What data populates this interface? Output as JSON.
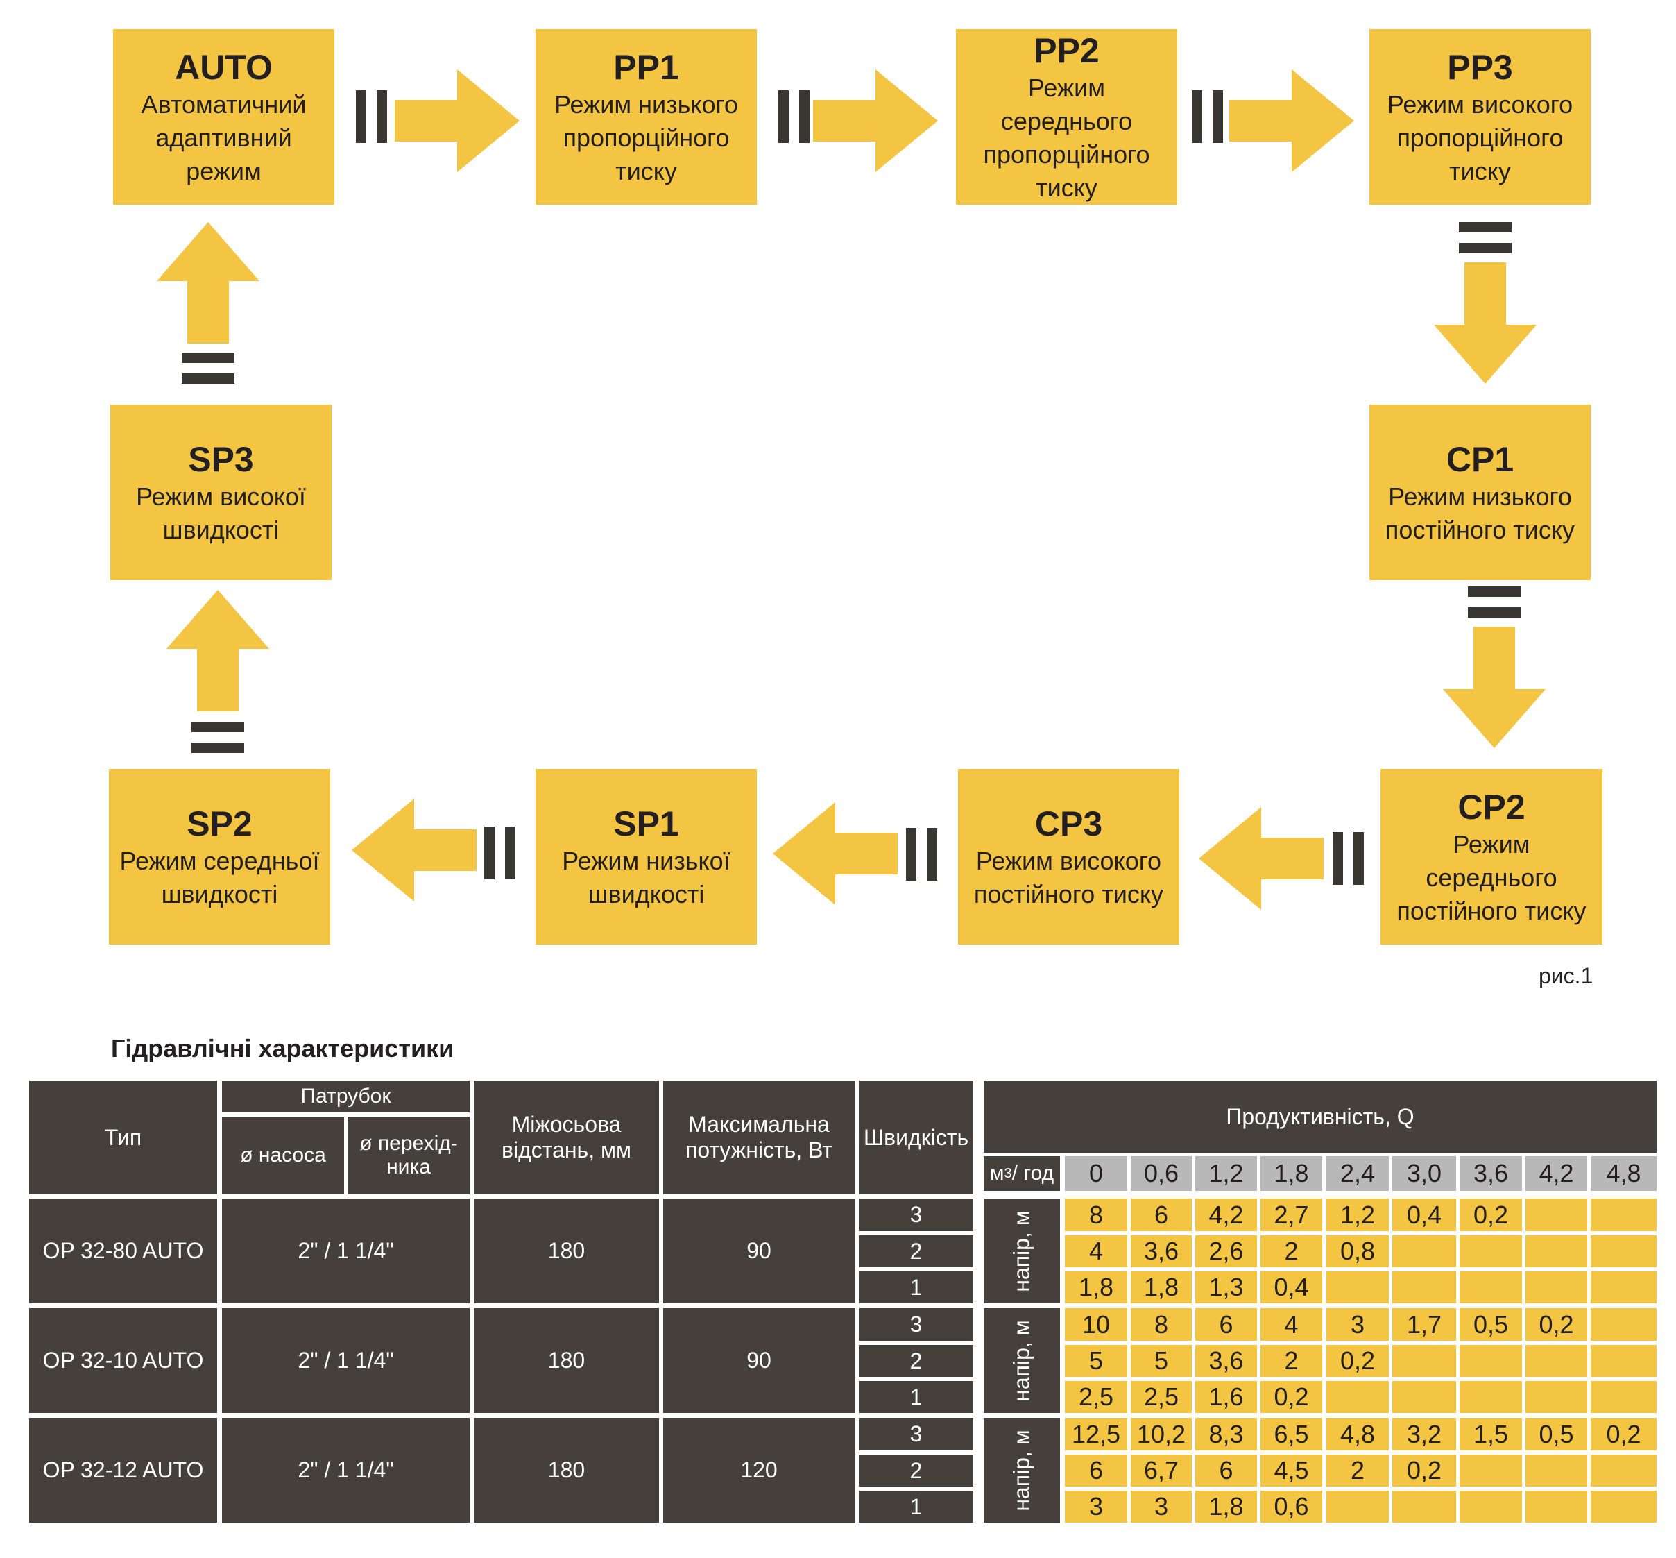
{
  "modes": [
    {
      "code": "AUTO",
      "desc": "Автоматичний\nадаптивний режим"
    },
    {
      "code": "PP1",
      "desc": "Режим низького\nпропорційного\nтиску"
    },
    {
      "code": "PP2",
      "desc": "Режим середнього\nпропорційного\nтиску"
    },
    {
      "code": "PP3",
      "desc": "Режим високого\nпропорційного\nтиску"
    },
    {
      "code": "CP1",
      "desc": "Режим низького\nпостійного тиску"
    },
    {
      "code": "CP2",
      "desc": "Режим середнього\nпостійного тиску"
    },
    {
      "code": "CP3",
      "desc": "Режим високого\nпостійного тиску"
    },
    {
      "code": "SP1",
      "desc": "Режим низької\nшвидкості"
    },
    {
      "code": "SP2",
      "desc": "Режим середньої\nшвидкості"
    },
    {
      "code": "SP3",
      "desc": "Режим високої\nшвидкості"
    }
  ],
  "figure_caption": "рис.1",
  "section_title": "Гідравлічні характеристики",
  "table": {
    "headers": {
      "type": "Тип",
      "nozzle": "Патрубок",
      "pump_diameter": "ø насоса",
      "adapter_diameter": "ø перехід-\nника",
      "axis_distance": "Міжосьова\nвідстань, мм",
      "max_power": "Максимальна\nпотужність, Вт",
      "speed": "Швидкість",
      "productivity": "Продуктивність, Q",
      "flow_unit": "м",
      "flow_unit_sup": "3",
      "flow_unit_rest": "/ год",
      "head_label": "напір, м"
    },
    "flow_values": [
      "0",
      "0,6",
      "1,2",
      "1,8",
      "2,4",
      "3,0",
      "3,6",
      "4,2",
      "4,8"
    ],
    "models": [
      {
        "type": "OP 32-80 AUTO",
        "connection": "2\" / 1 1/4\"",
        "axis_distance": "180",
        "max_power": "90",
        "speeds": [
          {
            "speed": "3",
            "head": [
              "8",
              "6",
              "4,2",
              "2,7",
              "1,2",
              "0,4",
              "0,2",
              "",
              ""
            ]
          },
          {
            "speed": "2",
            "head": [
              "4",
              "3,6",
              "2,6",
              "2",
              "0,8",
              "",
              "",
              "",
              ""
            ]
          },
          {
            "speed": "1",
            "head": [
              "1,8",
              "1,8",
              "1,3",
              "0,4",
              "",
              "",
              "",
              "",
              ""
            ]
          }
        ]
      },
      {
        "type": "OP 32-10 AUTO",
        "connection": "2\" / 1 1/4\"",
        "axis_distance": "180",
        "max_power": "90",
        "speeds": [
          {
            "speed": "3",
            "head": [
              "10",
              "8",
              "6",
              "4",
              "3",
              "1,7",
              "0,5",
              "0,2",
              ""
            ]
          },
          {
            "speed": "2",
            "head": [
              "5",
              "5",
              "3,6",
              "2",
              "0,2",
              "",
              "",
              "",
              ""
            ]
          },
          {
            "speed": "1",
            "head": [
              "2,5",
              "2,5",
              "1,6",
              "0,2",
              "",
              "",
              "",
              "",
              ""
            ]
          }
        ]
      },
      {
        "type": "OP 32-12 AUTO",
        "connection": "2\" / 1 1/4\"",
        "axis_distance": "180",
        "max_power": "120",
        "speeds": [
          {
            "speed": "3",
            "head": [
              "12,5",
              "10,2",
              "8,3",
              "6,5",
              "4,8",
              "3,2",
              "1,5",
              "0,5",
              "0,2"
            ]
          },
          {
            "speed": "2",
            "head": [
              "6",
              "6,7",
              "6",
              "4,5",
              "2",
              "0,2",
              "",
              "",
              ""
            ]
          },
          {
            "speed": "1",
            "head": [
              "3",
              "3",
              "1,8",
              "0,6",
              "",
              "",
              "",
              "",
              ""
            ]
          }
        ]
      }
    ]
  },
  "colors": {
    "accent": "#f4c542",
    "dark": "#45403b",
    "gray": "#b8b8b8",
    "bars": "#3a3632"
  }
}
